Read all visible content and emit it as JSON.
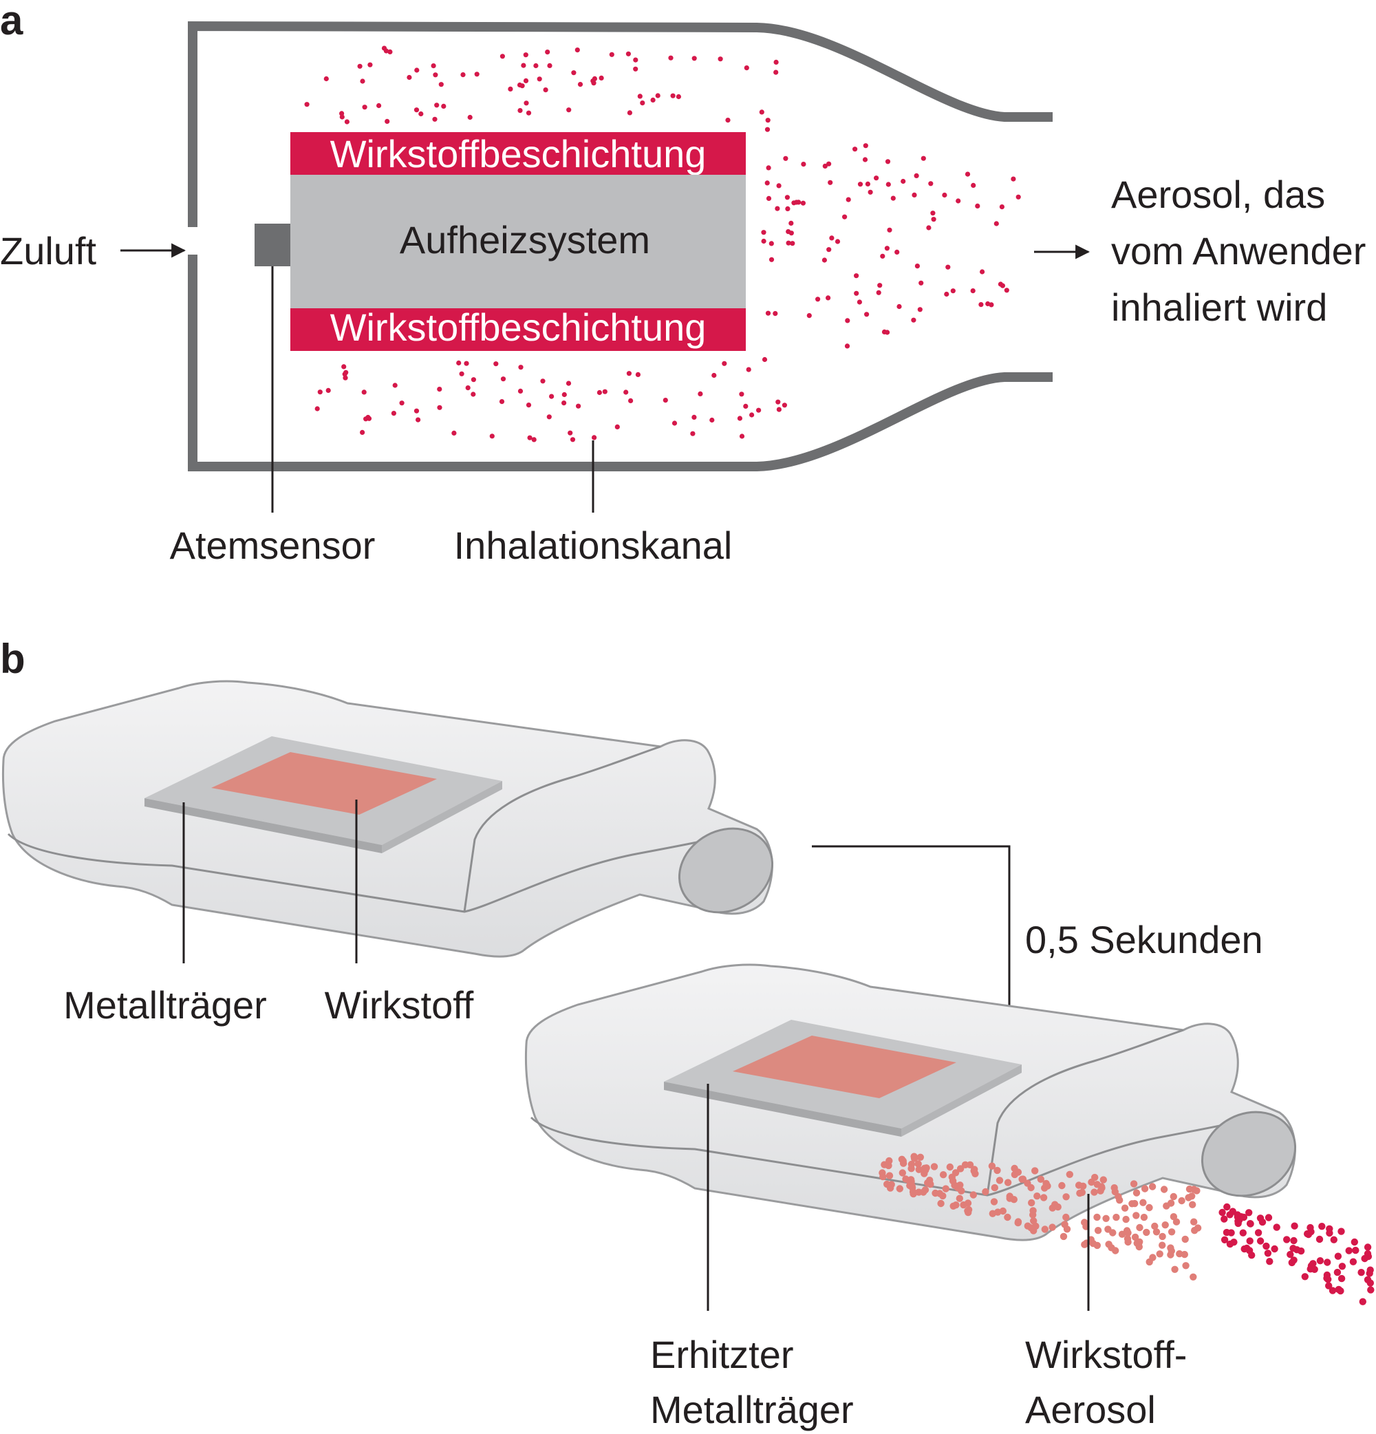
{
  "colors": {
    "accent": "#d5184a",
    "device_outline": "#6d6e70",
    "heater": "#bcbdbf",
    "sensor": "#6d6e70",
    "inhaler_body": "#e6e7e8",
    "inhaler_edge": "#9a9b9d",
    "drug_film": "#dc8a80",
    "aerosol_light": "#e07e78",
    "text": "#231f20"
  },
  "panel_a": {
    "tag": "a",
    "coating_top": "Wirkstoffbeschichtung",
    "coating_bottom": "Wirkstoffbeschichtung",
    "heater": "Aufheizsystem",
    "inlet": "Zuluft",
    "outlet_lines": [
      "Aerosol, das",
      "vom Anwender",
      "inhaliert wird"
    ],
    "sensor_label": "Atemsensor",
    "channel_label": "Inhalationskanal"
  },
  "panel_b": {
    "tag": "b",
    "carrier_label": "Metallträger",
    "drug_label": "Wirkstoff",
    "time_label": "0,5 Sekunden",
    "heated_carrier_lines": [
      "Erhitzter",
      "Metallträger"
    ],
    "aerosol_lines": [
      "Wirkstoff-",
      "Aerosol"
    ]
  }
}
